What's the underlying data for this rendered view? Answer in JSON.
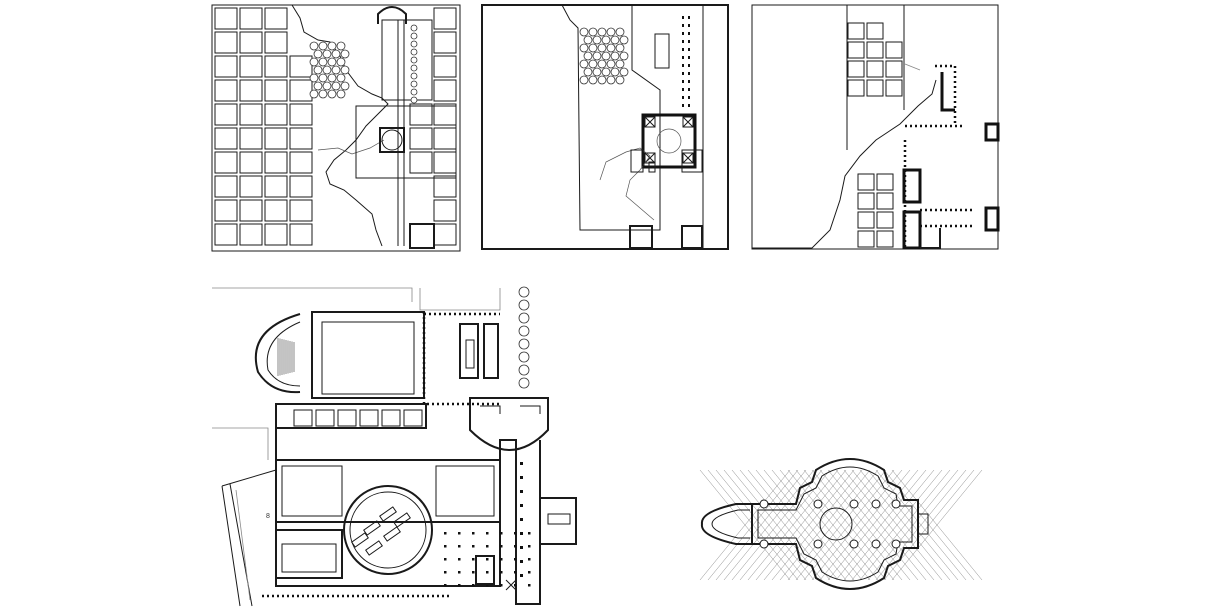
{
  "figure": {
    "plans": [
      {
        "id": "site-plan-1",
        "label": ""
      },
      {
        "id": "site-plan-2",
        "label": ""
      },
      {
        "id": "site-plan-3",
        "label": ""
      },
      {
        "id": "complex-floor-plan",
        "label": ""
      },
      {
        "id": "church-plan",
        "label": ""
      }
    ],
    "annotations": [
      {
        "id": "small-marker-text",
        "text": "8"
      }
    ]
  }
}
